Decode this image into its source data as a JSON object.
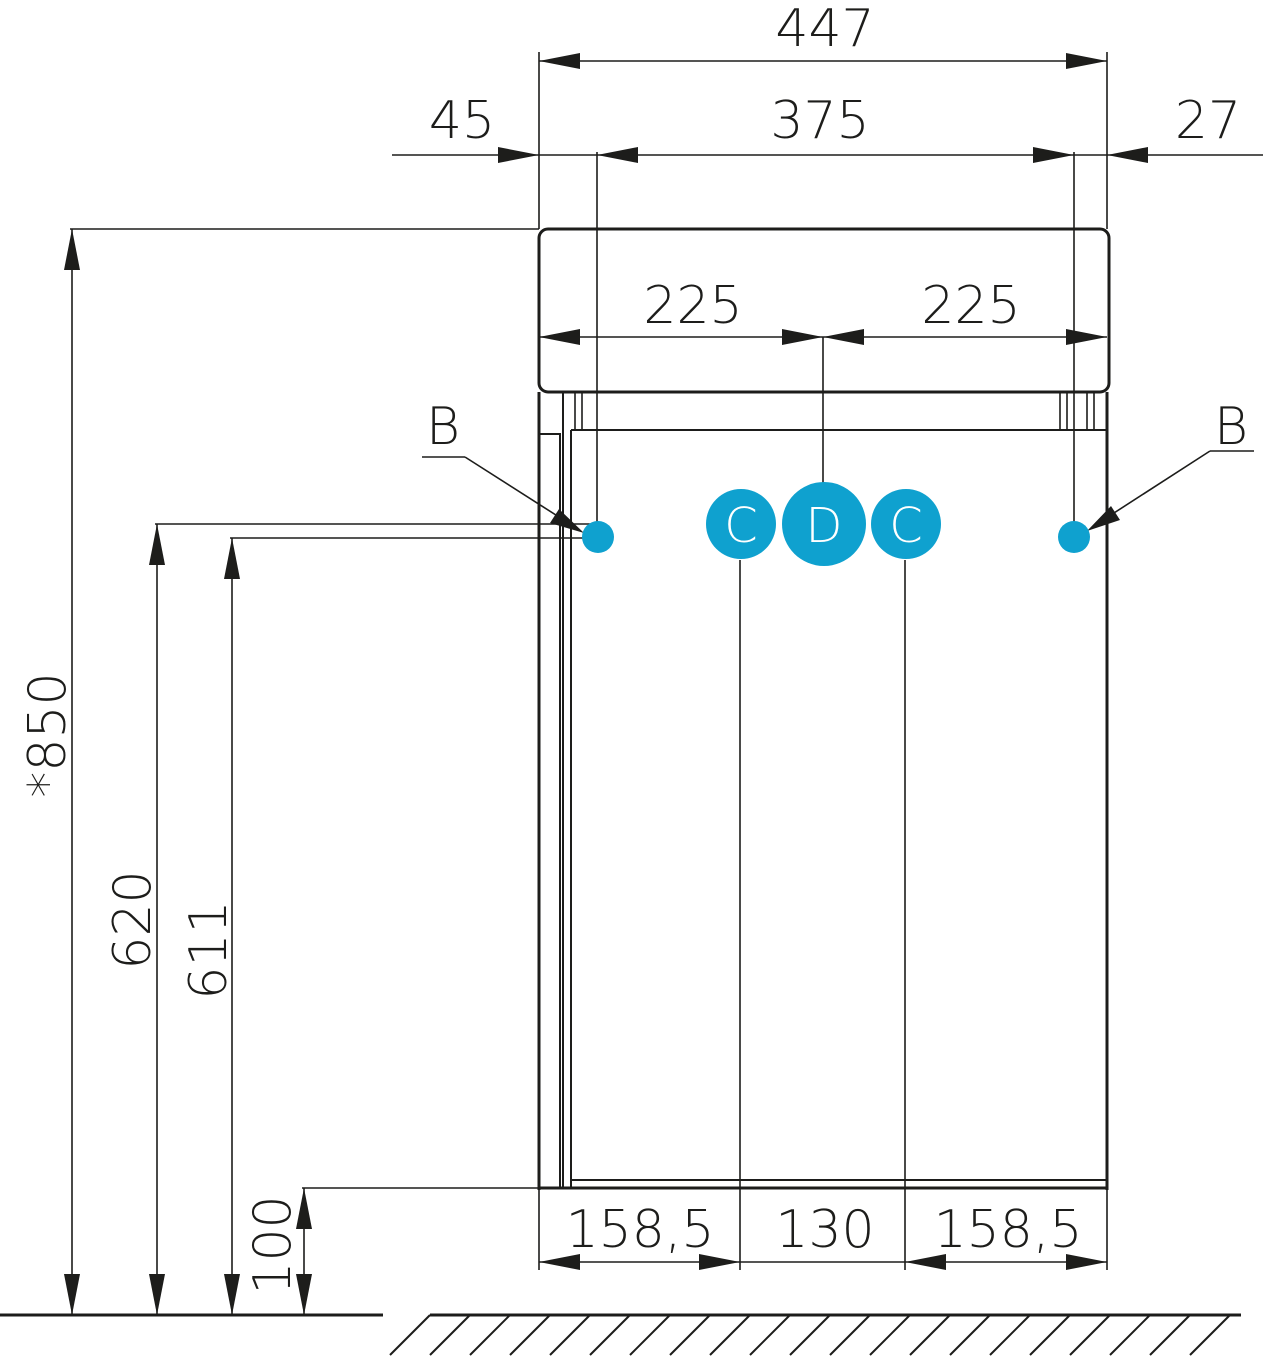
{
  "colors": {
    "line": "#1d1d1b",
    "connector": "#0fa1cf",
    "background": "#ffffff"
  },
  "dimensions": {
    "total_width": "447",
    "left_offset": "45",
    "inner_width": "375",
    "right_offset": "27",
    "half_left": "225",
    "half_right": "225",
    "total_height": "*850",
    "height_620": "620",
    "height_611": "611",
    "plinth": "100",
    "bottom_left": "158,5",
    "bottom_center": "130",
    "bottom_right": "158,5"
  },
  "markers": {
    "b_left": "B",
    "b_right": "B",
    "c_left": "C",
    "d_center": "D",
    "c_right": "C"
  }
}
